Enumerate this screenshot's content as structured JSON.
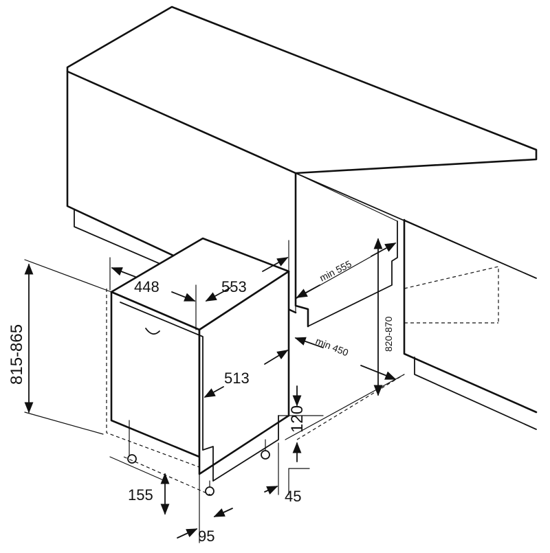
{
  "dimensions": {
    "height_range": "815-865",
    "width": "448",
    "depth": "553",
    "panel_depth": "513",
    "plinth_height": "120",
    "plinth_gap": "45",
    "foot_depth": "155",
    "foot_offset": "95",
    "niche_depth_min": "min 555",
    "niche_width_min": "min 450",
    "niche_height_range": "820-870"
  }
}
